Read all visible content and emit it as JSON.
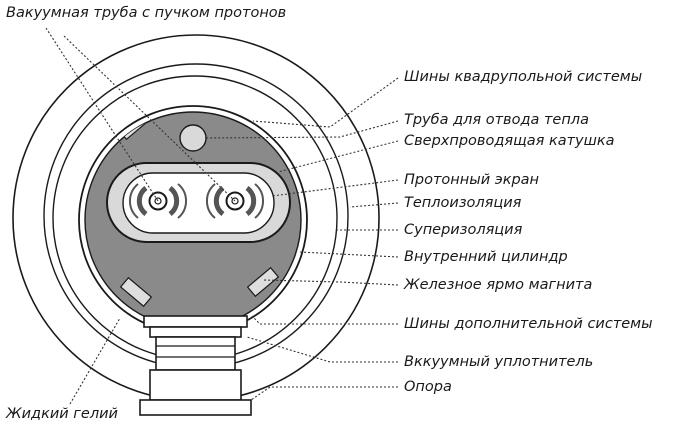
{
  "labels": {
    "vacuum_tube": "Вакуумная труба с пучком протонов",
    "quadrupole_bus": "Шины квадрупольной системы",
    "heat_tube": "Труба для отвода тепла",
    "sc_coil": "Сверхпроводящая катушка",
    "proton_screen": "Протонный экран",
    "thermal_insulation": "Теплоизоляция",
    "superinsulation": "Суперизоляция",
    "inner_cylinder": "Внутренний цилиндр",
    "iron_yoke": "Железное ярмо магнита",
    "extra_bus": "Шины дополнительной системы",
    "vacuum_seal": "Вккуумный уплотнитель",
    "support": "Опора",
    "liquid_helium": "Жидкий гелий"
  },
  "colors": {
    "line": "#1a1a1a",
    "outer_fill": "#ffffff",
    "yoke_fill": "#8a8a8a",
    "coil_fill": "#d9d9d9",
    "bus_fill": "#dedede",
    "support_fill": "#ffffff"
  }
}
